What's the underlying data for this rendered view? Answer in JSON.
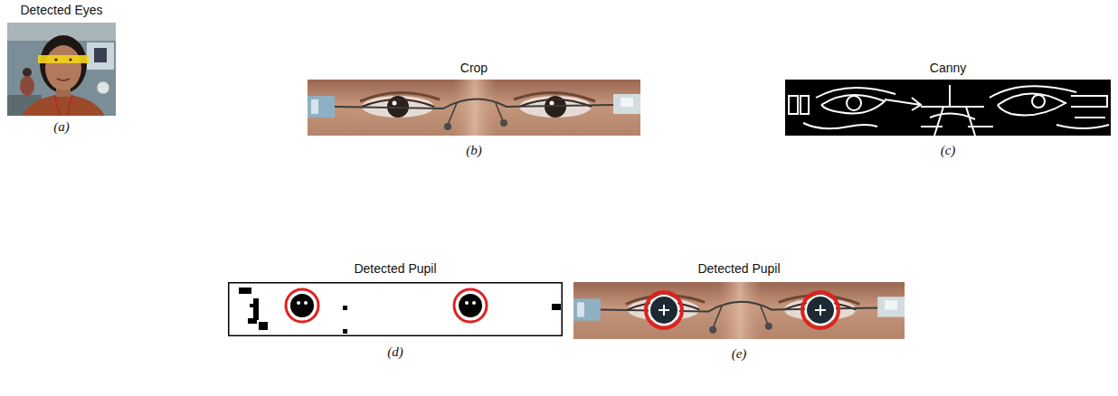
{
  "diagram": {
    "nodes": [
      {
        "text": [
          "Detected Eyes",
          "(a)"
        ]
      },
      {
        "text": [
          "Crop",
          "(b)"
        ]
      },
      {
        "text": [
          "Canny",
          "(c)"
        ]
      },
      {
        "text": [
          "Detected Pupil",
          "(d)"
        ]
      },
      {
        "text": [
          "Detected Pupil",
          "(e)"
        ]
      }
    ]
  }
}
